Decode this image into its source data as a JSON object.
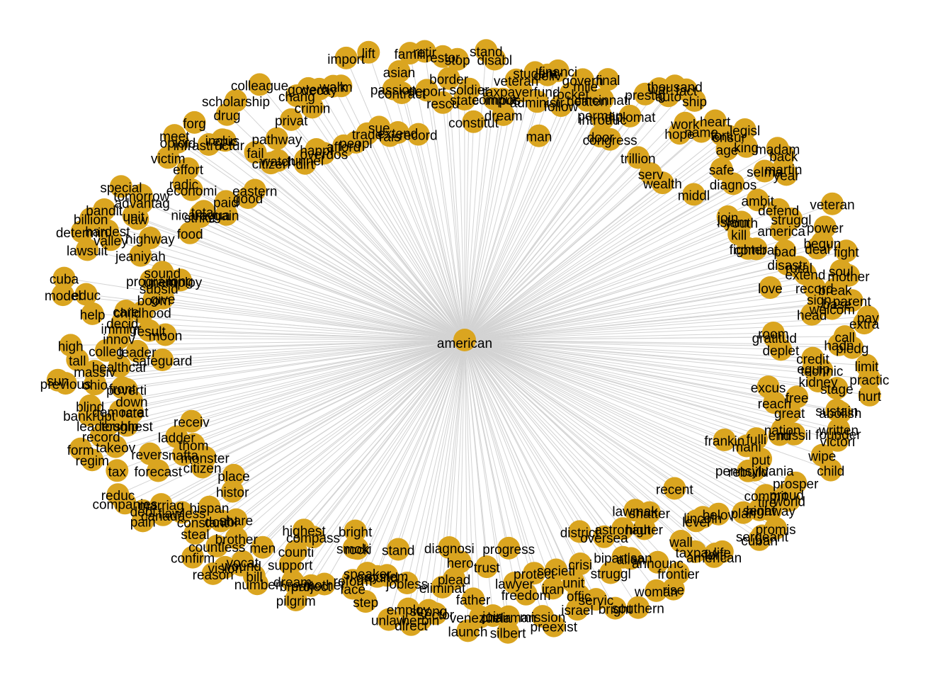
{
  "network": {
    "center": "american",
    "edge_color": "#d3d3d3",
    "node_color": "#daa520",
    "outer_words": [
      "state",
      "soldier",
      "constitut",
      "stand",
      "disabl",
      "comput",
      "impos",
      "dream",
      "veteran",
      "taxpayerfund",
      "student",
      "administr",
      "deliv",
      "financi",
      "man",
      "follow",
      "rocket",
      "govern",
      "mile",
      "beaten",
      "final",
      "cincinnati",
      "perman",
      "introduc",
      "door",
      "congress",
      "diplomat",
      "prestig",
      "war",
      "thousand",
      "auto",
      "fact",
      "trillion",
      "ship",
      "work",
      "hope",
      "serv",
      "name",
      "heart",
      "wealth",
      "forti",
      "ensur",
      "legisl",
      "age",
      "king",
      "safe",
      "middl",
      "madam",
      "diagnos",
      "back",
      "selma",
      "martin",
      "year",
      "ambit",
      "join",
      "islam",
      "youth",
      "defend",
      "kill",
      "struggl",
      "veteran",
      "america",
      "fighter",
      "combat",
      "power",
      "pad",
      "begun",
      "deal",
      "disastr",
      "fight",
      "rural",
      "extend",
      "soul",
      "love",
      "mother",
      "record",
      "break",
      "sign",
      "parent",
      "base",
      "welcom",
      "head",
      "pay",
      "extra",
      "room",
      "gratitud",
      "call",
      "hadn",
      "pledg",
      "deplet",
      "credit",
      "limit",
      "equip",
      "technic",
      "practic",
      "kidney",
      "stage",
      "hurt",
      "excus",
      "free",
      "sustain",
      "abolish",
      "reach",
      "great",
      "written",
      "founder",
      "victori",
      "nation",
      "missil",
      "end",
      "wipe",
      "fulli",
      "child",
      "mani",
      "frankin",
      "put",
      "prosper",
      "pennsylvania",
      "rebuild",
      "proud",
      "world",
      "commit",
      "tire",
      "highway",
      "senat",
      "promis",
      "plan",
      "sergeant",
      "cuban",
      "belov",
      "recent",
      "lincoln",
      "level",
      "life",
      "forti",
      "american",
      "taxpay",
      "wall",
      "shatter",
      "lawmak",
      "higher",
      "frontier",
      "announc",
      "rise",
      "astronaut",
      "woman",
      "alien",
      "bipartisan",
      "oversea",
      "southern",
      "struggl",
      "district",
      "bright",
      "crisi",
      "servic",
      "offic",
      "unit",
      "israel",
      "societi",
      "iran",
      "preexist",
      "protect",
      "mission",
      "freedom",
      "progress",
      "lawyer",
      "chairman",
      "silbert",
      "join",
      "trust",
      "venezuela",
      "father",
      "launch",
      "hero",
      "plead",
      "diagnosi",
      "eliminat",
      "sector",
      "strong",
      "heroin",
      "direct",
      "employ",
      "jobless",
      "unlaw",
      "stand",
      "system",
      "ground",
      "step",
      "speaker",
      "face",
      "reform",
      "rock",
      "smoki",
      "bright",
      "mother",
      "project",
      "pilgrim",
      "break",
      "dream",
      "compass",
      "support",
      "counti",
      "highest",
      "number",
      "bill",
      "men",
      "wound",
      "vocat",
      "vision",
      "reason",
      "brother",
      "countless",
      "confirm",
      "share",
      "doubl",
      "steal",
      "constant",
      "histor",
      "hispan",
      "flawless",
      "place",
      "canada",
      "pain",
      "marriag",
      "debt",
      "citizen",
      "companies",
      "monster",
      "reduc",
      "forecast",
      "nafta",
      "thom",
      "tax",
      "revers",
      "ladder",
      "regim",
      "takeov",
      "receiv",
      "form",
      "record",
      "toughest",
      "leadership",
      "rate",
      "democrat",
      "bankrupt",
      "down",
      "blind",
      "poverti",
      "front",
      "ohio",
      "previous",
      "sun",
      "massiv",
      "healthcar",
      "safeguard",
      "tall",
      "leader",
      "colleg",
      "high",
      "innov",
      "moon",
      "result",
      "immigr",
      "decid",
      "help",
      "care",
      "childhood",
      "model",
      "educ",
      "boom",
      "give",
      "cuba",
      "subsid",
      "program",
      "unemploy",
      "long",
      "sound",
      "lawsuit",
      "jeaniyah",
      "determin",
      "valley",
      "hardest",
      "billion",
      "highway",
      "bandit",
      "law",
      "unit",
      "food",
      "advantag",
      "special",
      "tomorrow",
      "strike",
      "nicaragua",
      "total",
      "gain",
      "economi",
      "radic",
      "paid",
      "victim",
      "effort",
      "good",
      "opioid",
      "meet",
      "eastern",
      "infrastructur",
      "forg",
      "inclus",
      "epic",
      "fail",
      "citizen",
      "drug",
      "watch",
      "scholarship",
      "pathway",
      "dirt",
      "tunnel",
      "colleague",
      "privat",
      "happi",
      "overdos",
      "chang",
      "crimin",
      "govern",
      "afford",
      "decay",
      "peopl",
      "walk",
      "arm",
      "trade",
      "import",
      "sue",
      "rais",
      "lift",
      "extend",
      "passion",
      "contract",
      "asian",
      "record",
      "famili",
      "deport",
      "retir",
      "rescu",
      "restor",
      "border",
      "stop"
    ]
  }
}
